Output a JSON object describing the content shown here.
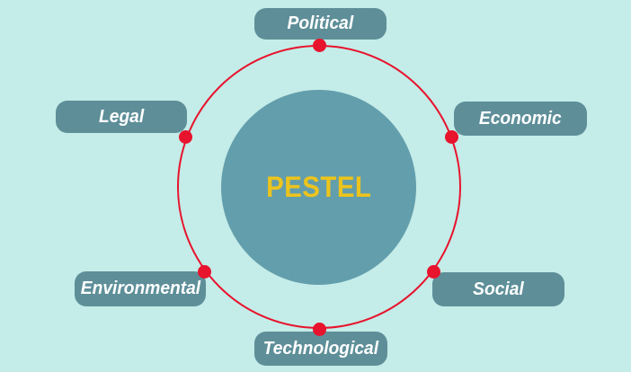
{
  "diagram": {
    "type": "pestel-analysis",
    "center_label": "PESTEL",
    "factors": [
      {
        "label": "Political",
        "position": "top"
      },
      {
        "label": "Economic",
        "position": "upper-right"
      },
      {
        "label": "Social",
        "position": "lower-right"
      },
      {
        "label": "Technological",
        "position": "bottom"
      },
      {
        "label": "Environmental",
        "position": "lower-left"
      },
      {
        "label": "Legal",
        "position": "upper-left"
      }
    ],
    "colors": {
      "background": "#c4ece8",
      "label_box": "#5e8f99",
      "label_text": "#ffffff",
      "center_circle": "#639eac",
      "center_text": "#ecc41d",
      "ring": "#e8132d",
      "dot": "#e8132d"
    }
  }
}
